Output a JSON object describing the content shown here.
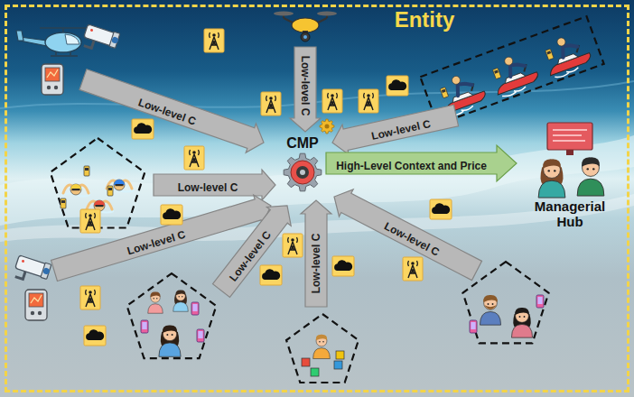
{
  "diagram": {
    "nodes": [
      {
        "text": [
          "Entity"
        ]
      },
      {
        "text": [
          "CMP"
        ],
        "in": 0
      },
      {
        "text": [
          "Managerial Hub"
        ],
        "in": 0
      }
    ],
    "edges": [
      {
        "from": 1,
        "to": 2,
        "label": "High-Level Context and Price",
        "arrow": "to"
      }
    ],
    "labels": [
      "Low-level C",
      "Low-level C",
      "Low-level C",
      "Low-level C",
      "Low-level C",
      "Low-level C",
      "Low-level C",
      "Low-level C"
    ]
  }
}
